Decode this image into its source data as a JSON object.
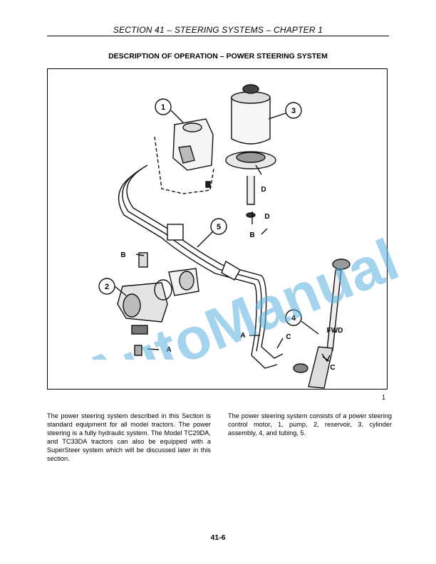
{
  "header": {
    "section_title": "SECTION 41 – STEERING SYSTEMS – CHAPTER 1"
  },
  "page_title": "DESCRIPTION OF OPERATION – POWER STEERING SYSTEM",
  "figure": {
    "number": "1",
    "callouts": [
      "1",
      "2",
      "3",
      "4",
      "5"
    ],
    "letter_labels": {
      "a1": "A",
      "a2": "A",
      "b1": "B",
      "b2": "B",
      "c1": "C",
      "c2": "C",
      "d1": "D",
      "d2": "D"
    },
    "direction_label": "FWD"
  },
  "body": {
    "left_paragraph": "The power steering system described in this Section is standard equipment for all model tractors. The power steering is a fully hydraulic system. The Model TC29DA, and TC33DA tractors can also be equipped with a SuperSteer system which will be discussed later in this section.",
    "right_paragraph": "The power steering system consists of a power steering control motor, 1, pump, 2, reservoir, 3, cylinder assembly, 4, and tubing, 5."
  },
  "footer": {
    "page_number": "41-6"
  },
  "watermark": {
    "text": "AutoManual",
    "color": "#5aaee0"
  }
}
